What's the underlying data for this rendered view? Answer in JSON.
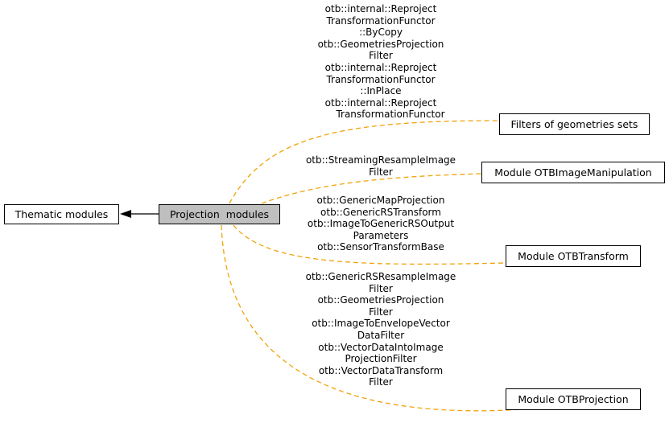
{
  "nodes": {
    "thematic": "Thematic modules",
    "projection": "Projection  modules",
    "filters_geometries": "Filters of geometries sets",
    "image_manipulation": "Module OTBImageManipulation",
    "transform": "Module OTBTransform",
    "otb_projection": "Module OTBProjection"
  },
  "edge_labels": {
    "filters_geometries": [
      "otb::internal::Reproject",
      "TransformationFunctor",
      "::ByCopy",
      "otb::GeometriesProjection",
      "Filter",
      "otb::internal::Reproject",
      "TransformationFunctor",
      "::InPlace",
      "otb::internal::Reproject",
      "TransformationFunctor"
    ],
    "image_manipulation": [
      "otb::StreamingResampleImage",
      "Filter"
    ],
    "transform": [
      "otb::GenericMapProjection",
      "otb::GenericRSTransform",
      "otb::ImageToGenericRSOutput",
      "Parameters",
      "otb::SensorTransformBase"
    ],
    "otb_projection": [
      "otb::GenericRSResampleImage",
      "Filter",
      "otb::GeometriesProjection",
      "Filter",
      "otb::ImageToEnvelopeVector",
      "DataFilter",
      "otb::VectorDataIntoImage",
      "ProjectionFilter",
      "otb::VectorDataTransform",
      "Filter"
    ]
  },
  "colors": {
    "edge_dashed": "#f0a30a",
    "edge_solid": "#000000",
    "current_fill": "#bfbfbf"
  }
}
